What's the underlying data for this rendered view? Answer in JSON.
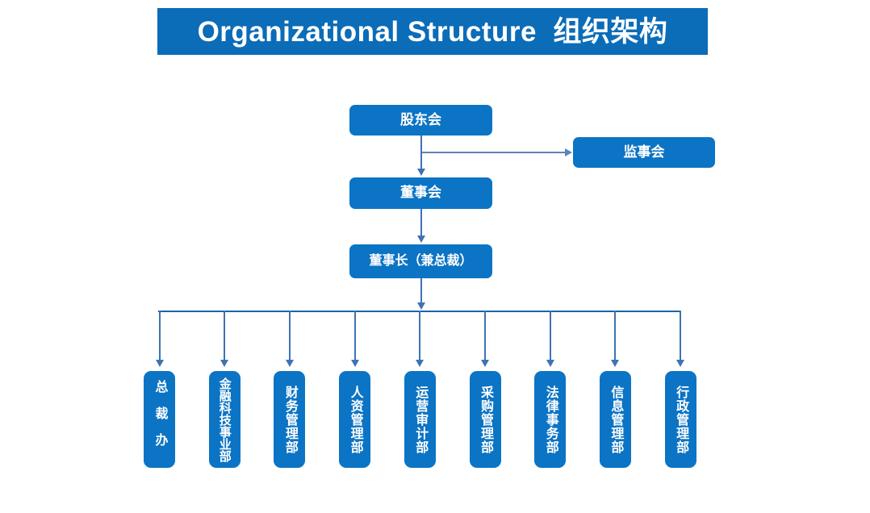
{
  "title": {
    "text": "Organizational Structure  组织架构",
    "english": "Organizational Structure",
    "chinese": "组织架构"
  },
  "colors": {
    "banner": "#0b6cb8",
    "node_fill": "#0c74c4",
    "connector": "#3f72b5",
    "bus": "#1b63ab",
    "text": "#ffffff",
    "background": "#ffffff"
  },
  "nodes": {
    "shareholders": {
      "label": "股东会"
    },
    "supervisors": {
      "label": "监事会"
    },
    "board": {
      "label": "董事会"
    },
    "chairman": {
      "label": "董事长（兼总裁）"
    }
  },
  "departments": [
    {
      "label": "总裁办"
    },
    {
      "label": "金融科技事业部"
    },
    {
      "label": "财务管理部"
    },
    {
      "label": "人资管理部"
    },
    {
      "label": "运营审计部"
    },
    {
      "label": "采购管理部"
    },
    {
      "label": "法律事务部"
    },
    {
      "label": "信息管理部"
    },
    {
      "label": "行政管理部"
    }
  ]
}
